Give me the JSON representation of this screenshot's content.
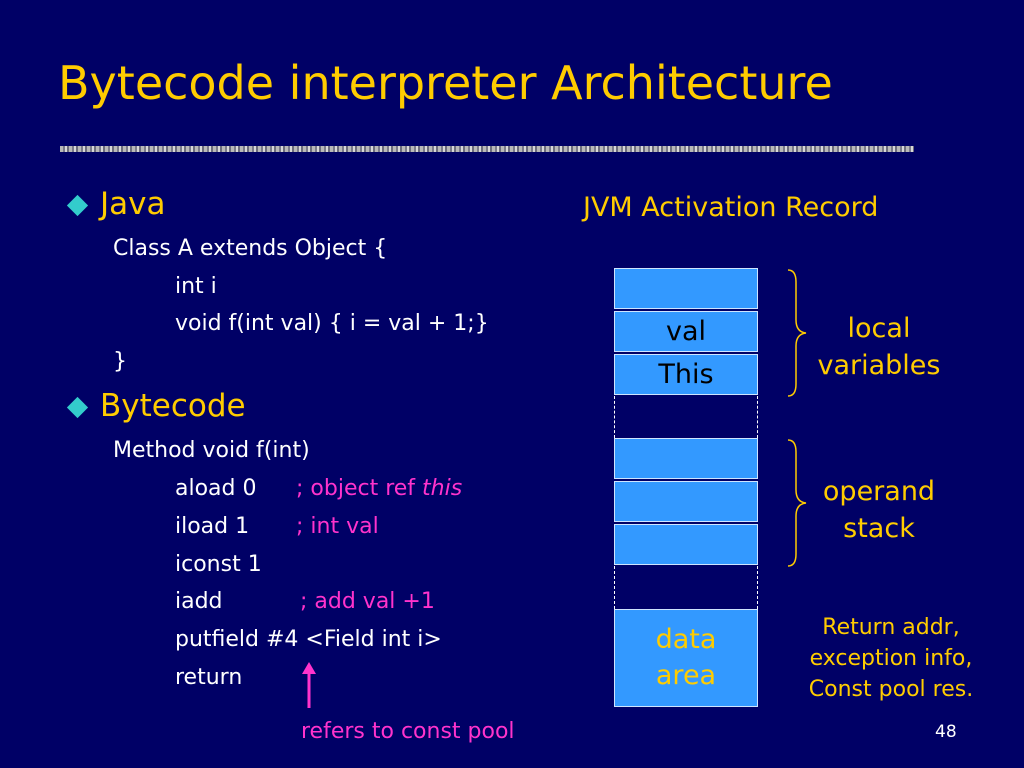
{
  "slide": {
    "title": "Bytecode interpreter Architecture",
    "page_number": "48"
  },
  "java": {
    "heading": "Java",
    "lines": [
      "Class A extends Object {",
      "int i",
      "void f(int val) { i = val + 1;}",
      "}"
    ]
  },
  "bytecode": {
    "heading": "Bytecode",
    "method": "Method void f(int)",
    "instructions": [
      {
        "op": "aload 0",
        "comment": "; object ref ",
        "comment_italic": "this"
      },
      {
        "op": "iload 1",
        "comment": "; int val"
      },
      {
        "op": "iconst 1",
        "comment": ""
      },
      {
        "op": "iadd",
        "comment": "; add val +1"
      },
      {
        "op": "putfield #4 <Field int i>",
        "comment": ""
      },
      {
        "op": "return",
        "comment": ""
      }
    ],
    "const_pool_note": "refers to const pool"
  },
  "jvm": {
    "title": "JVM Activation Record",
    "cells": [
      "",
      "val",
      "This"
    ],
    "operand_cells": [
      "",
      "",
      ""
    ],
    "data_area": [
      "data",
      "area"
    ],
    "local_label": [
      "local",
      "variables"
    ],
    "operand_label": [
      "operand",
      "stack"
    ],
    "return_note": [
      "Return addr,",
      "exception info,",
      "Const pool res."
    ]
  },
  "colors": {
    "background": "#000066",
    "heading": "#ffcc00",
    "bullet": "#33cccc",
    "comment": "#ff33cc",
    "cell": "#3399ff"
  }
}
